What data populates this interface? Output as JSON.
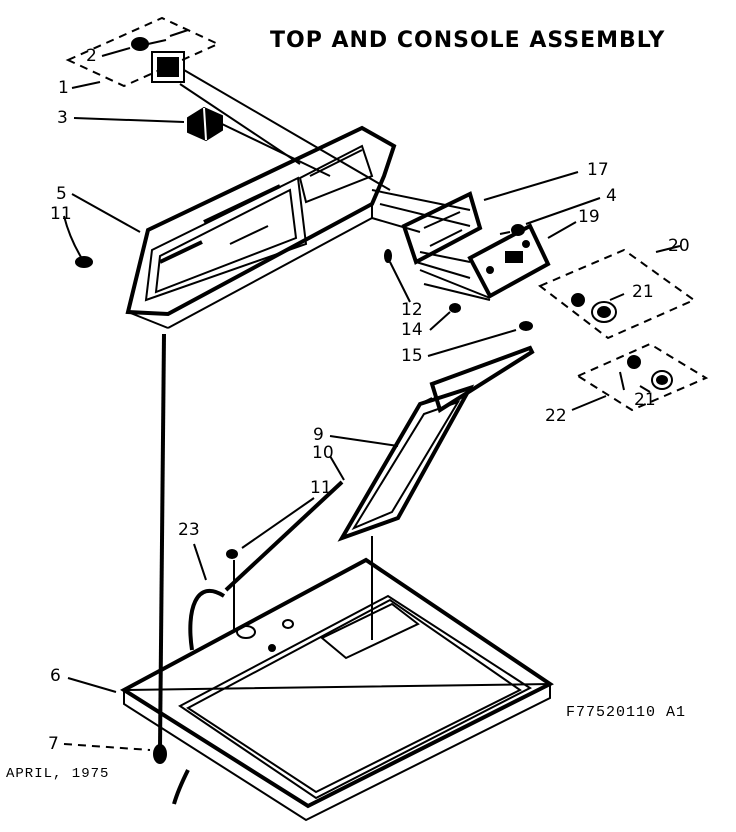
{
  "title": "TOP AND CONSOLE ASSEMBLY",
  "date": "APRIL, 1975",
  "drawing_code": "F77520110 A1",
  "labels": [
    "1",
    "2",
    "3",
    "4",
    "5",
    "6",
    "7",
    "9",
    "10",
    "11",
    "11",
    "12",
    "14",
    "15",
    "17",
    "19",
    "20",
    "21",
    "21",
    "22",
    "23"
  ]
}
